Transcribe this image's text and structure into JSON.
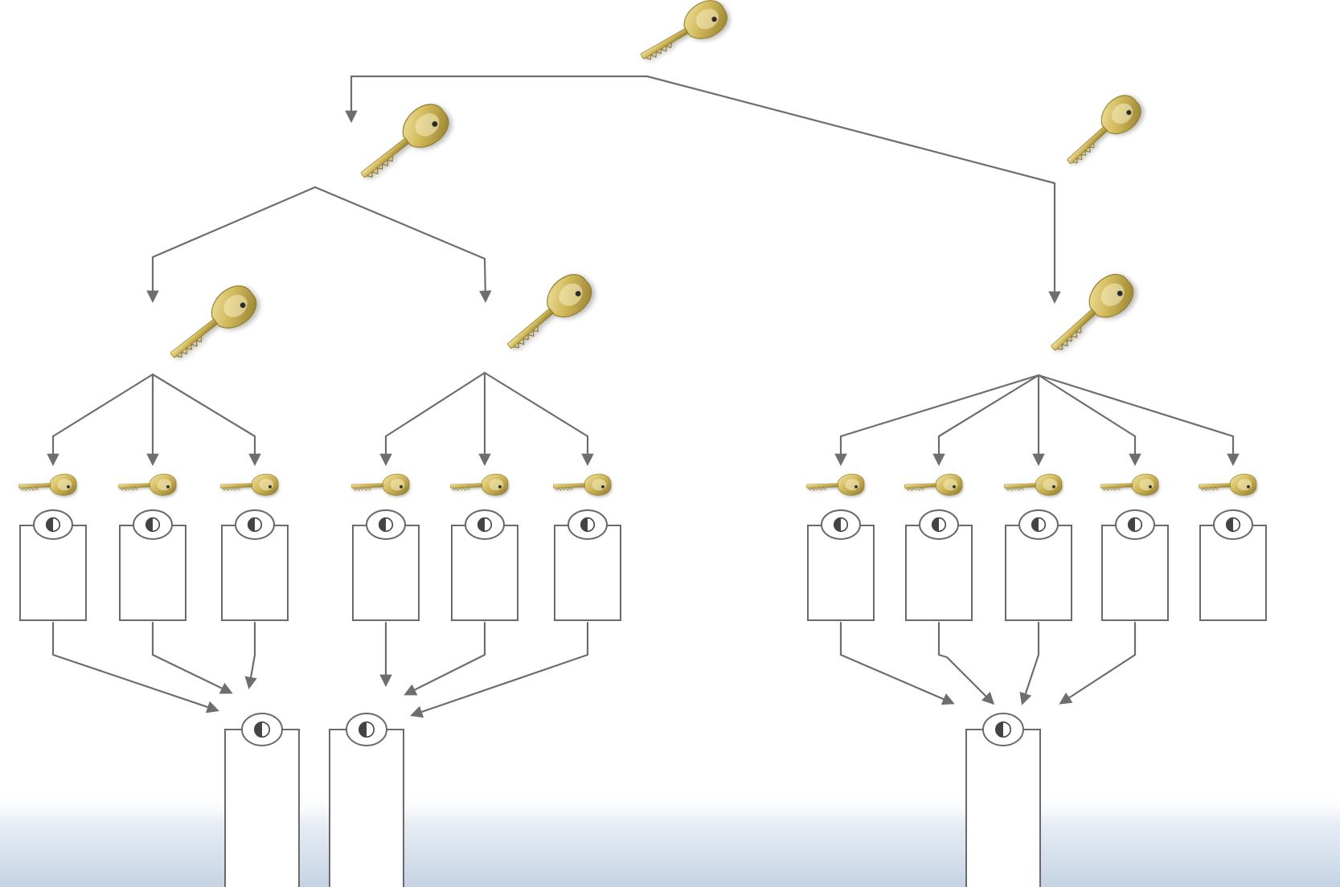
{
  "diagram": {
    "title": "",
    "subject": "master-key-system-hierarchy",
    "colors": {
      "key_gold": "#d2b95a",
      "key_gold_light": "#f3e6a8",
      "key_gold_dark": "#8f7a2c",
      "connector_gray": "#6e6e6e",
      "cylinder_outline": "#6a6a6a",
      "floor_blue": "#c5d3e4"
    },
    "icons": {
      "key": "key-icon",
      "cylinder": "lock-cylinder-icon",
      "keyway": "keyway-icon"
    },
    "levels": [
      {
        "level": 1,
        "role": "grand-master-key",
        "count": 1
      },
      {
        "level": 2,
        "role": "master-key",
        "count": 2
      },
      {
        "level": 3,
        "role": "sub-master-key",
        "count": 3
      },
      {
        "level": 4,
        "role": "change-key",
        "count": 11
      },
      {
        "level": 5,
        "role": "common-lock-cylinder",
        "count": 3
      }
    ],
    "groups": [
      {
        "parent": "grand-master-key",
        "children": [
          "master-key-a",
          "master-key-b"
        ]
      },
      {
        "parent": "master-key-a",
        "children": [
          "sub-master-key-a1",
          "sub-master-key-a2"
        ]
      },
      {
        "parent": "master-key-b",
        "children": [
          "sub-master-key-b1"
        ]
      },
      {
        "parent": "sub-master-key-a1",
        "change_keys": 3,
        "common_cylinder": "common-cylinder-1"
      },
      {
        "parent": "sub-master-key-a2",
        "change_keys": 3,
        "common_cylinder": "common-cylinder-2"
      },
      {
        "parent": "sub-master-key-b1",
        "change_keys": 5,
        "common_cylinder": "common-cylinder-3"
      }
    ]
  }
}
